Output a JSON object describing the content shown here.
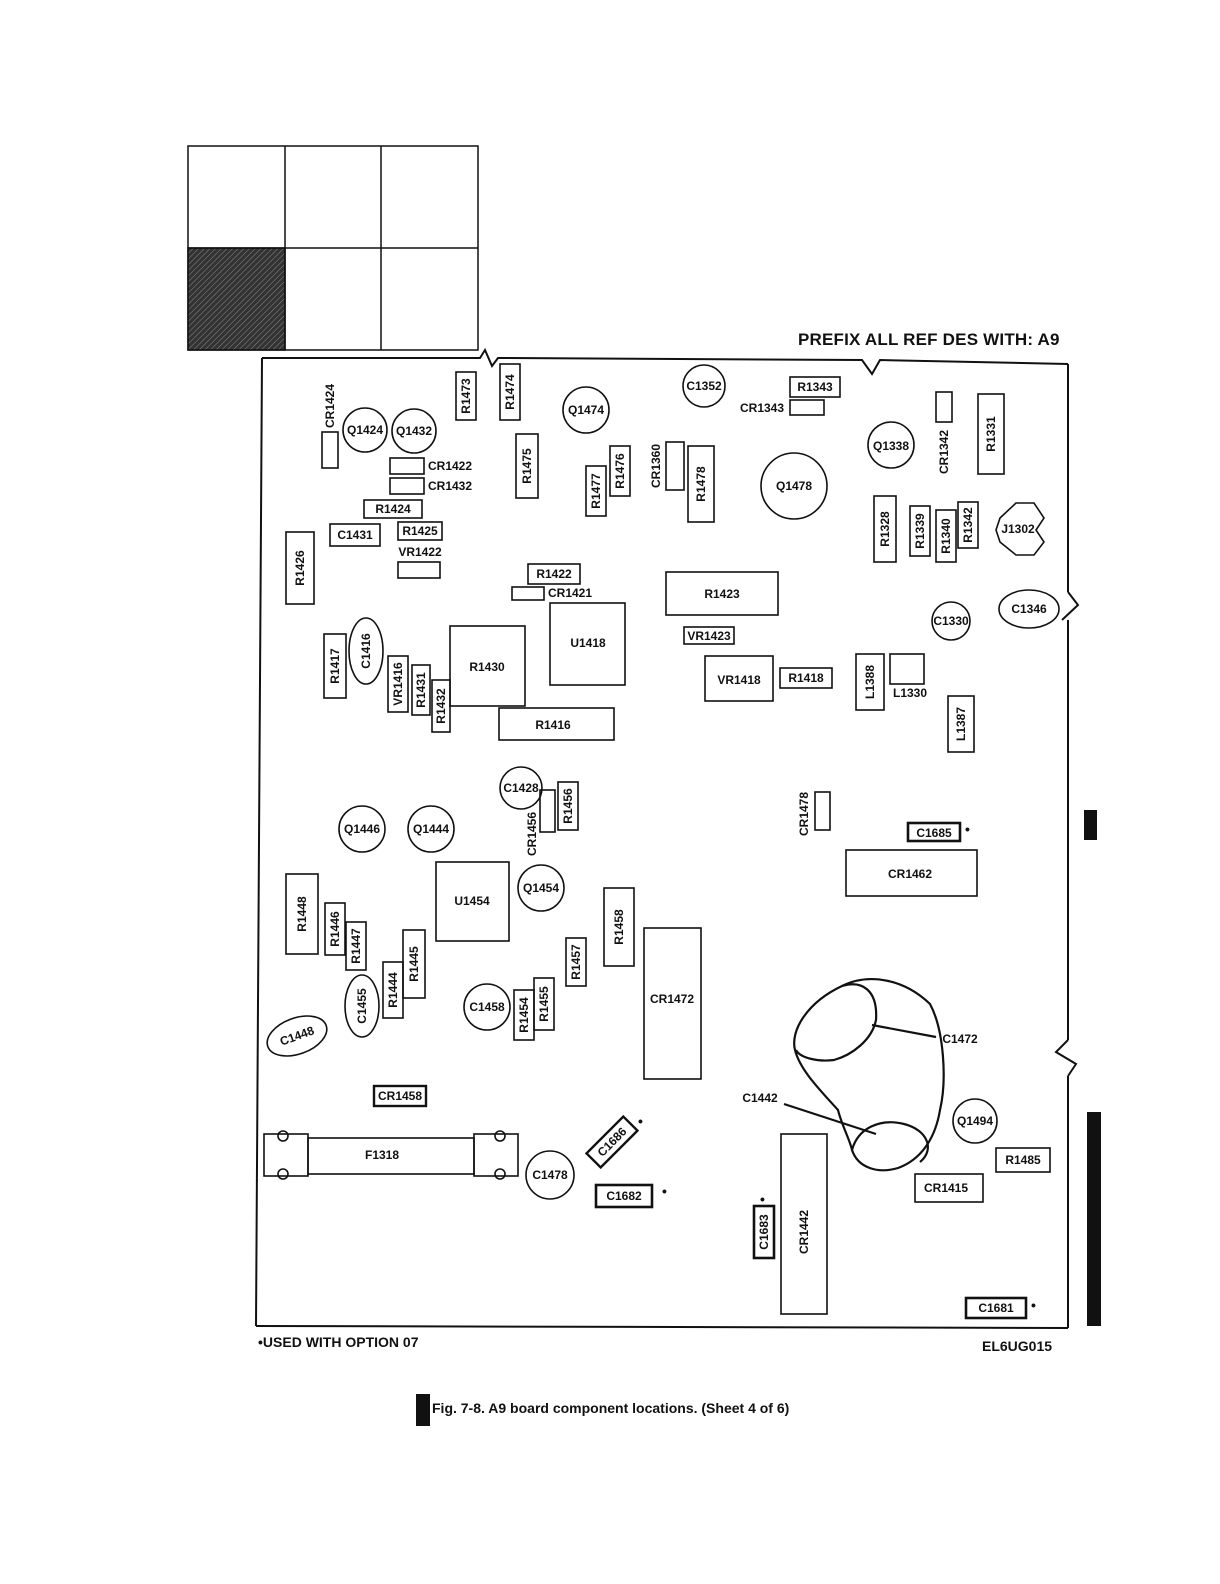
{
  "header": {
    "prefix_note": "PREFIX ALL REF DES WITH: A9"
  },
  "footer": {
    "option_note": "•USED WITH OPTION 07",
    "drawing_number": "EL6UG015",
    "caption": "Fig. 7-8.  A9 board component locations.  (Sheet 4 of 6)"
  },
  "components": {
    "r1473": "R1473",
    "r1474": "R1474",
    "c1352": "C1352",
    "r1343": "R1343",
    "cr1343": "CR1343",
    "cr1424": "CR1424",
    "q1424": "Q1424",
    "q1432": "Q1432",
    "q1474": "Q1474",
    "cr1422": "CR1422",
    "cr1432": "CR1432",
    "r1475": "R1475",
    "cr1360": "CR1360",
    "r1477": "R1477",
    "r1476": "R1476",
    "r1478": "R1478",
    "q1478": "Q1478",
    "q1338": "Q1338",
    "cr1342": "CR1342",
    "r1331": "R1331",
    "r1424": "R1424",
    "c1431": "C1431",
    "r1425": "R1425",
    "vr1422": "VR1422",
    "r1426": "R1426",
    "r1328": "R1328",
    "r1339": "R1339",
    "r1340": "R1340",
    "r1342": "R1342",
    "j1302": "J1302",
    "r1422": "R1422",
    "cr1421": "CR1421",
    "r1423": "R1423",
    "c1330": "C1330",
    "c1346": "C1346",
    "u1418": "U1418",
    "vr1423": "VR1423",
    "r1417": "R1417",
    "c1416": "C1416",
    "vr1416": "VR1416",
    "r1431": "R1431",
    "r1432": "R1432",
    "r1430": "R1430",
    "vr1418": "VR1418",
    "r1418": "R1418",
    "l1388": "L1388",
    "l1330": "L1330",
    "r1416": "R1416",
    "l1387": "L1387",
    "c1428": "C1428",
    "r1456": "R1456",
    "cr1456": "CR1456",
    "q1446": "Q1446",
    "q1444": "Q1444",
    "cr1478": "CR1478",
    "c1685": "C1685",
    "cr1462": "CR1462",
    "u1454": "U1454",
    "q1454": "Q1454",
    "r1448": "R1448",
    "r1446": "R1446",
    "r1447": "R1447",
    "r1458": "R1458",
    "r1445": "R1445",
    "r1457": "R1457",
    "r1444": "R1444",
    "c1455": "C1455",
    "c1458": "C1458",
    "r1454": "R1454",
    "r1455": "R1455",
    "cr1472": "CR1472",
    "c1472": "C1472",
    "c1448": "C1448",
    "cr1458": "CR1458",
    "c1442": "C1442",
    "q1494": "Q1494",
    "r1485": "R1485",
    "f1318": "F1318",
    "c1686": "C1686",
    "c1478": "C1478",
    "c1682": "C1682",
    "cr1415": "CR1415",
    "c1683": "C1683",
    "cr1442": "CR1442",
    "c1681": "C1681"
  },
  "marks": {
    "option_dot": "•"
  }
}
